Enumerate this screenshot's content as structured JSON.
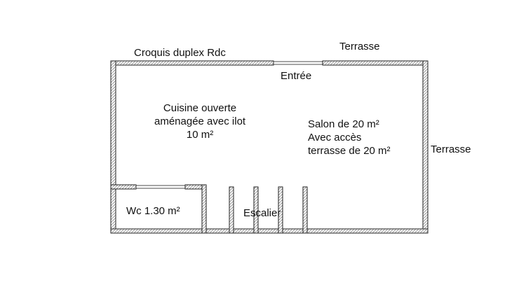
{
  "title": "Croquis duplex Rdc",
  "labels": {
    "terrace_top": "Terrasse",
    "terrace_right": "Terrasse",
    "entrance": "Entrée",
    "kitchen": "Cuisine ouverte\naménagée avec ilot\n10 m²",
    "living": "Salon de 20 m²\nAvec accès\nterrasse de 20 m²",
    "wc": "Wc 1.30 m²",
    "stairs": "Escalier"
  },
  "colors": {
    "wall_hatch": "#777777",
    "wall_fill": "#ffffff",
    "text": "#111111"
  }
}
